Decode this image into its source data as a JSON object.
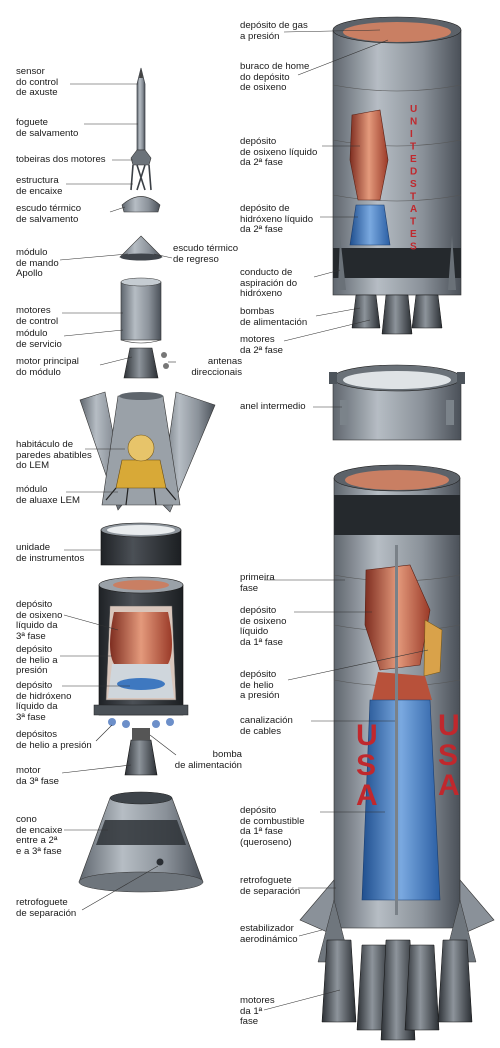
{
  "colors": {
    "metal": "#8a9199",
    "metal_light": "#b8bfc6",
    "metal_dark": "#4a5058",
    "band_dark": "#2d3136",
    "lox": "#b8513a",
    "lox_light": "#e49a7c",
    "hydrogen": "#3e78c0",
    "kerosene": "#5b8fd4",
    "helium": "#d9a24a",
    "lettering": "#c0282d",
    "leader": "#333333"
  },
  "left_labels": {
    "sensor": "sensor\ndo control\nde axuste",
    "escape_rocket": "foguete\nde salvamento",
    "motor_nozzles": "tobeiras dos motores",
    "coupling_structure": "estructura\nde encaixe",
    "escape_heat_shield": "escudo térmico\nde salvamento",
    "command_module": "módulo\nde mando\nApollo",
    "reentry_heat_shield": "escudo térmico\nde regreso",
    "control_engines": "motores\nde control",
    "service_module": "módulo\nde servicio",
    "main_engine": "motor principal\ndo módulo",
    "directional_antennas": "antenas\ndireccionais",
    "folding_wall_cabin": "habitáculo de\nparedes abatibles\ndo LEM",
    "lem_landing_module": "módulo\nde aluaxe LEM",
    "instrument_unit": "unidade\nde instrumentos",
    "third_stage_lox_tank": "depósito\nde osixeno\nlíquido da\n3ª fase",
    "helium_tank_pressure": "depósito\nde helio a\npresión",
    "third_stage_lh2_tank": "depósito\nde hidróxeno\nlíquido da\n3ª fase",
    "helium_pressure_tanks": "depósitos\nde helio a presión",
    "feed_pump": "bomba\nde alimentación",
    "third_stage_engine": "motor\nda 3ª fase",
    "coupling_cone": "cono\nde encaixe\nentre a 2ª\ne a 3ª fase",
    "separation_retrorocket": "retrofoguete\nde separación"
  },
  "right_labels": {
    "gas_tank": "depósito de gas\na presión",
    "manhole": "buraco de home\ndo depósito\nde osixeno",
    "second_stage_lox_tank": "depósito\nde osixeno líquido\nda 2ª fase",
    "second_stage_lh2_tank": "depósito de\nhidróxeno líquido\nda 2ª fase",
    "suction_duct": "conducto de\naspiración do\nhidróxeno",
    "feed_pumps": "bombas\nde alimentación",
    "second_stage_engines": "motores\nda 2ª fase",
    "interstage_ring": "anel intermedio",
    "first_stage": "primeira\nfase",
    "first_stage_lox_tank": "depósito\nde osixeno\nlíquido\nda 1ª fase",
    "first_stage_helium_tank": "depósito\nde helio\na presión",
    "cable_channel": "canalización\nde cables",
    "first_stage_fuel_tank": "depósito\nde combustible\nda 1ª fase\n(queroseno)",
    "separation_retrorocket": "retrofoguete\nde separación",
    "aerodynamic_stabilizer": "estabilizador\naerodinámico",
    "first_stage_engines": "motores\nda 1ª\nfase"
  },
  "markings": {
    "united_states": "UNITED STATES",
    "usa": "USA"
  }
}
